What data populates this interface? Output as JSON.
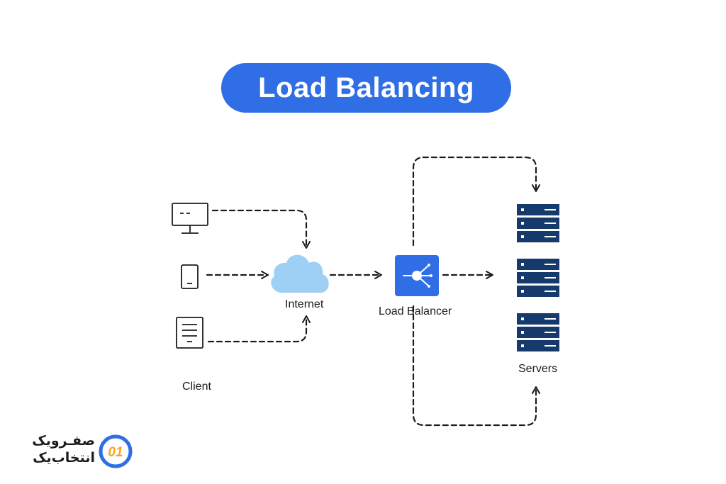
{
  "title": "Load Balancing",
  "labels": {
    "internet": "Internet",
    "load_balancer": "Load Balancer",
    "servers": "Servers",
    "client": "Client"
  },
  "brand": {
    "line1": "صفـرویک",
    "line2": "انتخاب‌یک",
    "mark": "01"
  },
  "colors": {
    "title_bg": "#2f6ee5",
    "balancer": "#2f6ee5",
    "cloud": "#9ed0f5",
    "server": "#153a6b",
    "logo_orange": "#f5a623",
    "logo_blue": "#2f6ee5",
    "line": "#1c1c1c"
  },
  "icons": {
    "clients": [
      "desktop-monitor-icon",
      "mobile-phone-icon",
      "document-icon"
    ],
    "internet": "cloud-icon",
    "load_balancer": "distribution-node-icon",
    "servers": "server-rack-icon"
  }
}
